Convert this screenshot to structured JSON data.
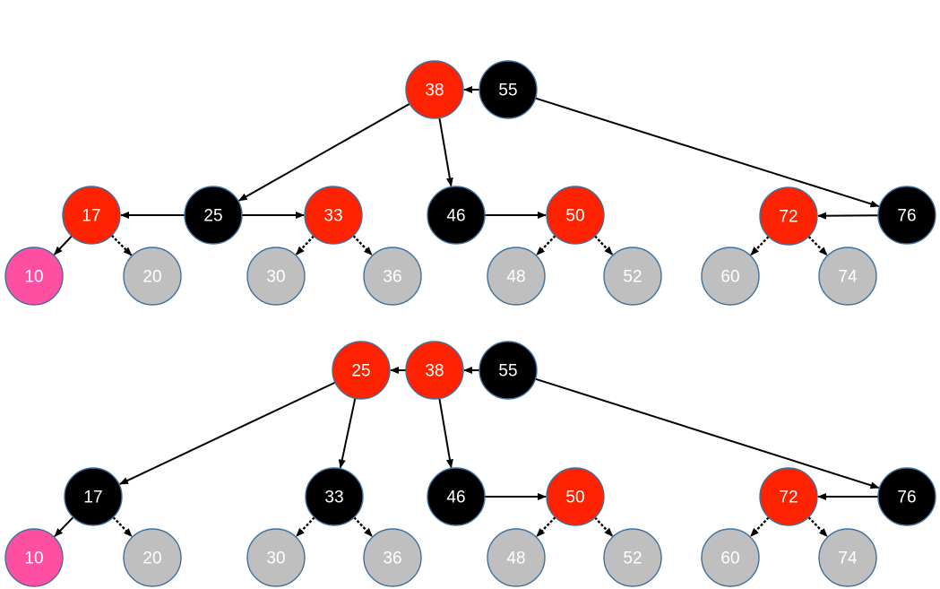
{
  "colors": {
    "red": "#ff2200",
    "black": "#000000",
    "grey": "#bfbfbf",
    "pink": "#ff4fa3",
    "outline": "#41719c",
    "text": "#ffffff"
  },
  "trees": [
    {
      "nodes": [
        {
          "id": "t1-38",
          "label": "38",
          "color": "red"
        },
        {
          "id": "t1-55",
          "label": "55",
          "color": "black"
        },
        {
          "id": "t1-17",
          "label": "17",
          "color": "red"
        },
        {
          "id": "t1-25",
          "label": "25",
          "color": "black"
        },
        {
          "id": "t1-33",
          "label": "33",
          "color": "red"
        },
        {
          "id": "t1-46",
          "label": "46",
          "color": "black"
        },
        {
          "id": "t1-50",
          "label": "50",
          "color": "red"
        },
        {
          "id": "t1-72",
          "label": "72",
          "color": "red"
        },
        {
          "id": "t1-76",
          "label": "76",
          "color": "black"
        },
        {
          "id": "t1-10",
          "label": "10",
          "color": "pink"
        },
        {
          "id": "t1-20",
          "label": "20",
          "color": "grey"
        },
        {
          "id": "t1-30",
          "label": "30",
          "color": "grey"
        },
        {
          "id": "t1-36",
          "label": "36",
          "color": "grey"
        },
        {
          "id": "t1-48",
          "label": "48",
          "color": "grey"
        },
        {
          "id": "t1-52",
          "label": "52",
          "color": "grey"
        },
        {
          "id": "t1-60",
          "label": "60",
          "color": "grey"
        },
        {
          "id": "t1-74",
          "label": "74",
          "color": "grey"
        }
      ],
      "edges": [
        {
          "from": "t1-55",
          "to": "t1-38",
          "style": "solid"
        },
        {
          "from": "t1-38",
          "to": "t1-25",
          "style": "solid"
        },
        {
          "from": "t1-38",
          "to": "t1-46",
          "style": "solid"
        },
        {
          "from": "t1-55",
          "to": "t1-76",
          "style": "solid"
        },
        {
          "from": "t1-25",
          "to": "t1-17",
          "style": "solid"
        },
        {
          "from": "t1-25",
          "to": "t1-33",
          "style": "solid"
        },
        {
          "from": "t1-46",
          "to": "t1-50",
          "style": "solid"
        },
        {
          "from": "t1-76",
          "to": "t1-72",
          "style": "solid"
        },
        {
          "from": "t1-17",
          "to": "t1-10",
          "style": "solid"
        },
        {
          "from": "t1-17",
          "to": "t1-20",
          "style": "dotted"
        },
        {
          "from": "t1-33",
          "to": "t1-30",
          "style": "dotted"
        },
        {
          "from": "t1-33",
          "to": "t1-36",
          "style": "dotted"
        },
        {
          "from": "t1-50",
          "to": "t1-48",
          "style": "dotted"
        },
        {
          "from": "t1-50",
          "to": "t1-52",
          "style": "dotted"
        },
        {
          "from": "t1-72",
          "to": "t1-60",
          "style": "dotted"
        },
        {
          "from": "t1-72",
          "to": "t1-74",
          "style": "dotted"
        }
      ]
    },
    {
      "nodes": [
        {
          "id": "t2-25",
          "label": "25",
          "color": "red"
        },
        {
          "id": "t2-38",
          "label": "38",
          "color": "red"
        },
        {
          "id": "t2-55",
          "label": "55",
          "color": "black"
        },
        {
          "id": "t2-17",
          "label": "17",
          "color": "black"
        },
        {
          "id": "t2-33",
          "label": "33",
          "color": "black"
        },
        {
          "id": "t2-46",
          "label": "46",
          "color": "black"
        },
        {
          "id": "t2-50",
          "label": "50",
          "color": "red"
        },
        {
          "id": "t2-72",
          "label": "72",
          "color": "red"
        },
        {
          "id": "t2-76",
          "label": "76",
          "color": "black"
        },
        {
          "id": "t2-10",
          "label": "10",
          "color": "pink"
        },
        {
          "id": "t2-20",
          "label": "20",
          "color": "grey"
        },
        {
          "id": "t2-30",
          "label": "30",
          "color": "grey"
        },
        {
          "id": "t2-36",
          "label": "36",
          "color": "grey"
        },
        {
          "id": "t2-48",
          "label": "48",
          "color": "grey"
        },
        {
          "id": "t2-52",
          "label": "52",
          "color": "grey"
        },
        {
          "id": "t2-60",
          "label": "60",
          "color": "grey"
        },
        {
          "id": "t2-74",
          "label": "74",
          "color": "grey"
        }
      ],
      "edges": [
        {
          "from": "t2-38",
          "to": "t2-25",
          "style": "solid"
        },
        {
          "from": "t2-55",
          "to": "t2-38",
          "style": "solid"
        },
        {
          "from": "t2-25",
          "to": "t2-17",
          "style": "solid"
        },
        {
          "from": "t2-25",
          "to": "t2-33",
          "style": "solid"
        },
        {
          "from": "t2-38",
          "to": "t2-46",
          "style": "solid"
        },
        {
          "from": "t2-55",
          "to": "t2-76",
          "style": "solid"
        },
        {
          "from": "t2-46",
          "to": "t2-50",
          "style": "solid"
        },
        {
          "from": "t2-76",
          "to": "t2-72",
          "style": "solid"
        },
        {
          "from": "t2-17",
          "to": "t2-10",
          "style": "solid"
        },
        {
          "from": "t2-17",
          "to": "t2-20",
          "style": "dotted"
        },
        {
          "from": "t2-33",
          "to": "t2-30",
          "style": "dotted"
        },
        {
          "from": "t2-33",
          "to": "t2-36",
          "style": "dotted"
        },
        {
          "from": "t2-50",
          "to": "t2-48",
          "style": "dotted"
        },
        {
          "from": "t2-50",
          "to": "t2-52",
          "style": "dotted"
        },
        {
          "from": "t2-72",
          "to": "t2-60",
          "style": "dotted"
        },
        {
          "from": "t2-72",
          "to": "t2-74",
          "style": "dotted"
        }
      ]
    }
  ]
}
